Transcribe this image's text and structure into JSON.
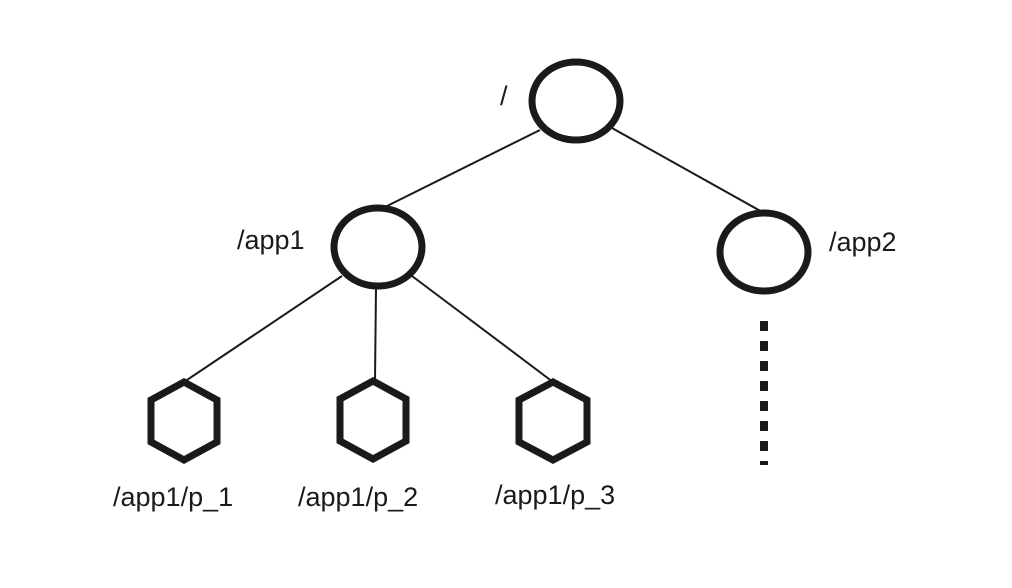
{
  "nodes": {
    "root": {
      "label": "/",
      "shape": "circle"
    },
    "app1": {
      "label": "/app1",
      "shape": "circle"
    },
    "app2": {
      "label": "/app2",
      "shape": "circle"
    },
    "p1": {
      "label": "/app1/p_1",
      "shape": "hexagon"
    },
    "p2": {
      "label": "/app1/p_2",
      "shape": "hexagon"
    },
    "p3": {
      "label": "/app1/p_3",
      "shape": "hexagon"
    }
  },
  "edges": [
    [
      "root",
      "app1"
    ],
    [
      "root",
      "app2"
    ],
    [
      "app1",
      "p1"
    ],
    [
      "app1",
      "p2"
    ],
    [
      "app1",
      "p3"
    ]
  ],
  "continuation_marker": "vertical-dotted-line",
  "colors": {
    "stroke": "#1a1a1a",
    "background": "#ffffff"
  }
}
